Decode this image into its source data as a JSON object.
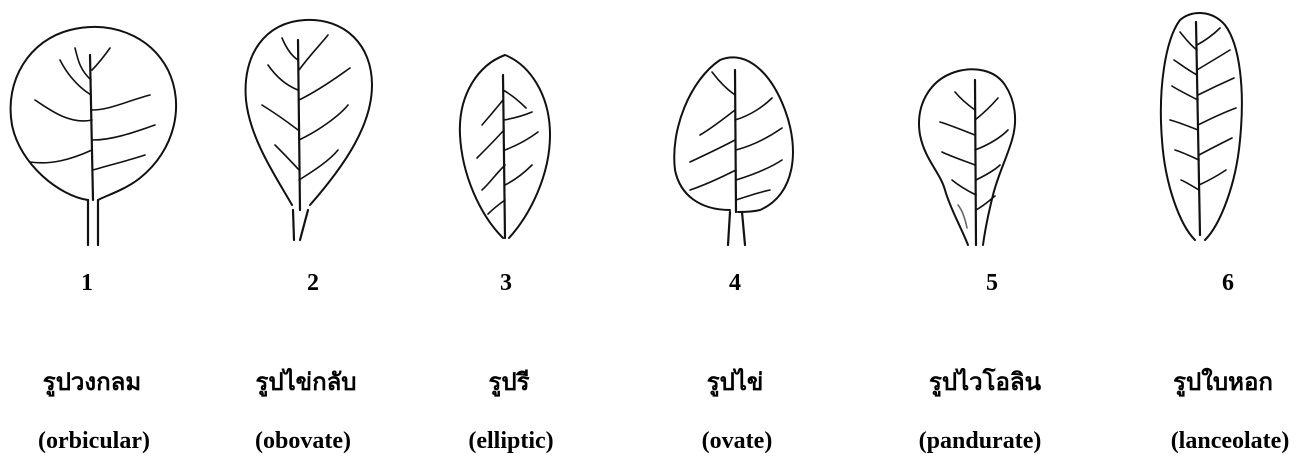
{
  "leaves": [
    {
      "number": "1",
      "thai": "รูปวงกลม",
      "latin": "(orbicular)"
    },
    {
      "number": "2",
      "thai": "รูปไข่กลับ",
      "latin": "(obovate)"
    },
    {
      "number": "3",
      "thai": "รูปรี",
      "latin": "(elliptic)"
    },
    {
      "number": "4",
      "thai": "รูปไข่",
      "latin": "(ovate)"
    },
    {
      "number": "5",
      "thai": "รูปไวโอลิน",
      "latin": "(pandurate)"
    },
    {
      "number": "6",
      "thai": "รูปใบหอก",
      "latin": "(lanceolate)"
    }
  ]
}
